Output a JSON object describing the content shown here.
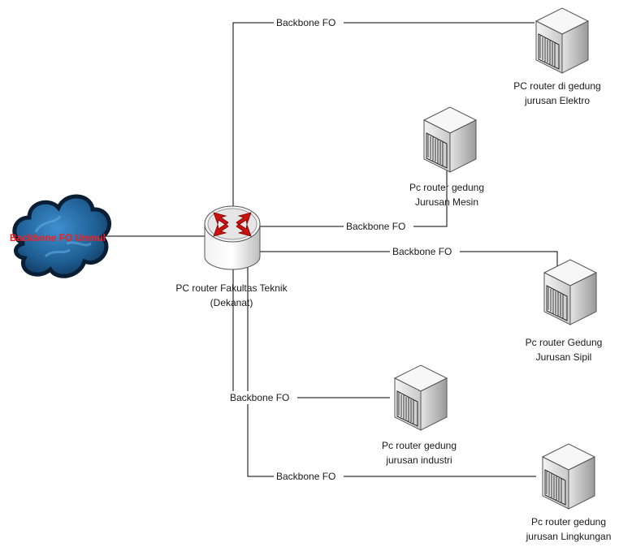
{
  "cloud": {
    "label": "Backbone FO Unmul",
    "label_color": "#ff1a1a",
    "color": "#1f5f94"
  },
  "router": {
    "label_line1": "PC router Fakultas Teknik",
    "label_line2": "(Dekanat)",
    "arrow_color": "#cc1111"
  },
  "links": [
    {
      "label": "Backbone FO"
    },
    {
      "label": "Backbone FO"
    },
    {
      "label": "Backbone FO"
    },
    {
      "label": "Backbone FO"
    },
    {
      "label": "Backbone FO"
    }
  ],
  "nodes": [
    {
      "line1": "PC router di gedung",
      "line2": "jurusan Elektro"
    },
    {
      "line1": "Pc router gedung",
      "line2": "Jurusan Mesin"
    },
    {
      "line1": "Pc router Gedung",
      "line2": "Jurusan Sipil"
    },
    {
      "line1": "Pc router gedung",
      "line2": "jurusan industri"
    },
    {
      "line1": "Pc router gedung",
      "line2": "jurusan Lingkungan"
    }
  ]
}
